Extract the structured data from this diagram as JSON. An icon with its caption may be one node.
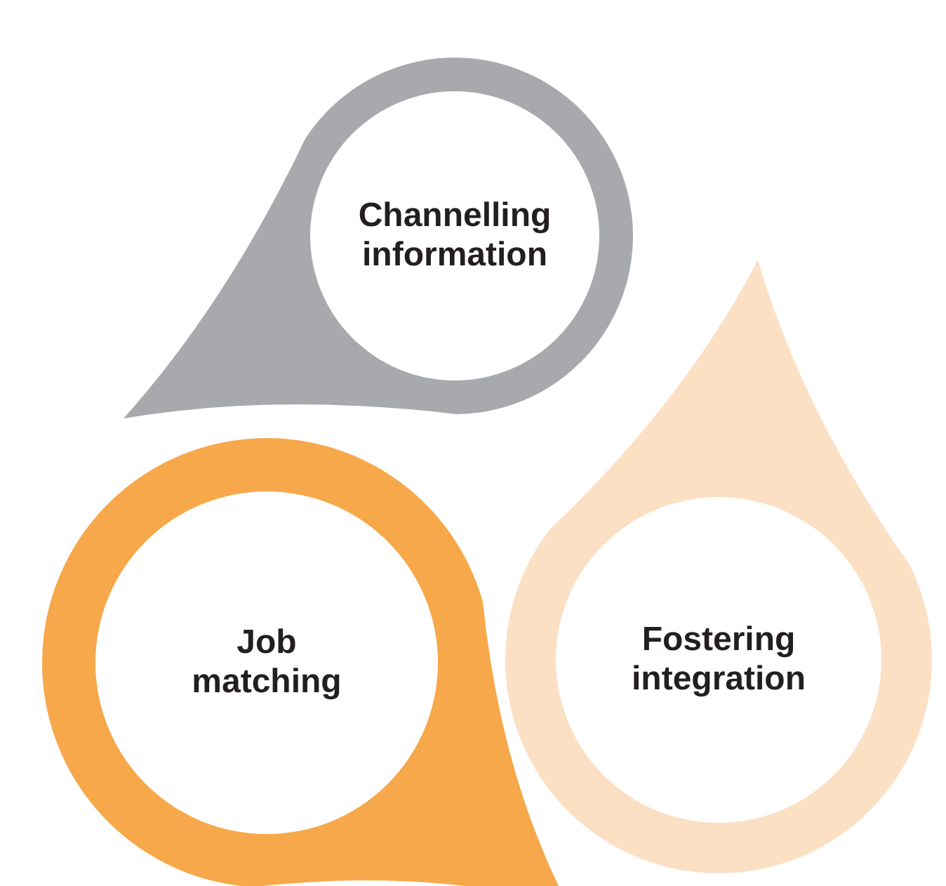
{
  "diagram": {
    "nodes": [
      {
        "text": [
          "Channelling information"
        ]
      },
      {
        "text": [
          "Job matching"
        ]
      },
      {
        "text": [
          "Fostering integration"
        ]
      }
    ]
  }
}
